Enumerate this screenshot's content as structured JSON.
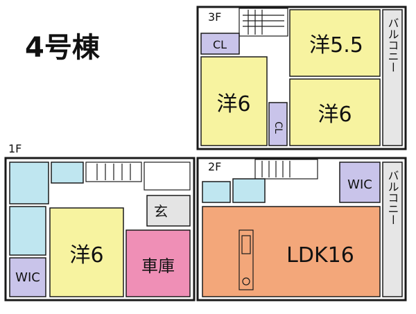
{
  "title": "4号棟",
  "floors": {
    "f1": {
      "label": "1F"
    },
    "f2": {
      "label": "2F"
    },
    "f3": {
      "label": "3F"
    }
  },
  "rooms": {
    "f3_cl": "CL",
    "f3_yo55": "洋5.5",
    "f3_yo6_left": "洋6",
    "f3_cl_vertical": "CL",
    "f3_yo6_right": "洋6",
    "f3_balcony": "バルコニー",
    "f2_wic": "WIC",
    "f2_ldk": "LDK16",
    "f2_balcony": "バルコニー",
    "f1_genkan": "玄",
    "f1_yo6": "洋6",
    "f1_garage": "車庫",
    "f1_wic": "WIC"
  },
  "colors": {
    "western_room": "#f7f3a0",
    "ldk": "#f3a77a",
    "closet": "#c9c4ea",
    "garage": "#ef8fb6",
    "wet_area": "#bfe6f0",
    "entrance": "#e4e4e4",
    "balcony": "#e6e6e6"
  }
}
